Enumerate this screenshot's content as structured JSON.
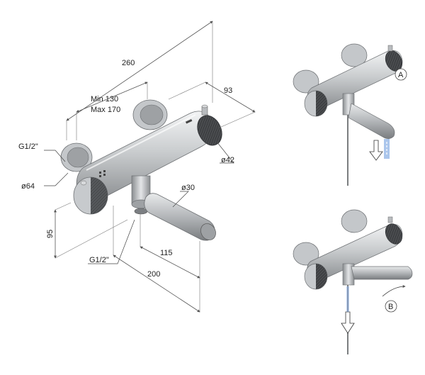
{
  "dimensions": {
    "overall_length": "260",
    "center_min": "Min 130",
    "center_max": "Max 170",
    "depth": "93",
    "inlet_thread_top": "G1/2\"",
    "rosette_diameter": "ø64",
    "knob_diameter": "ø42",
    "spout_diameter": "ø30",
    "height": "95",
    "outlet_thread": "G1/2\"",
    "spout_reach": "115",
    "spout_total": "200"
  },
  "callouts": {
    "mode_a": "A",
    "mode_b": "B"
  },
  "colors": {
    "metal_light": "#e4e6e8",
    "metal_mid": "#b9bcbf",
    "metal_dark": "#7c7f83",
    "knurl": "#3d3f42",
    "water_arrow": "#8fb3e6"
  }
}
